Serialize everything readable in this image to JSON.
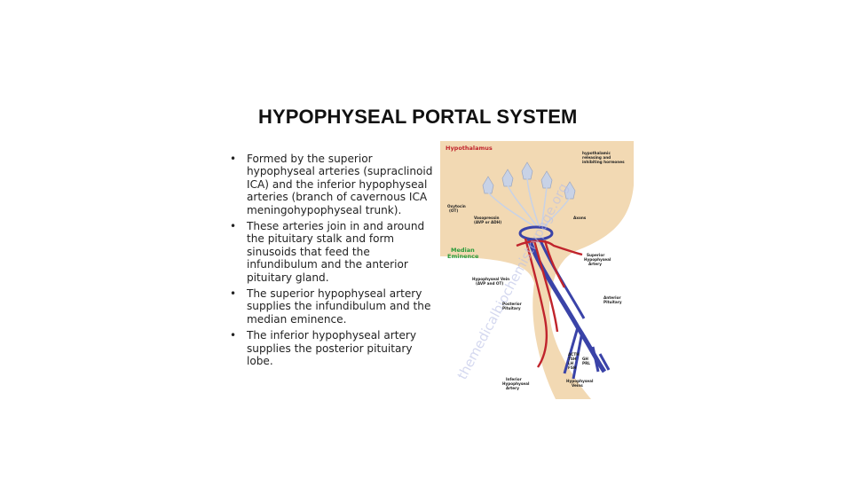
{
  "slide": {
    "title": "HYPOPHYSEAL PORTAL SYSTEM",
    "bullets": [
      "Formed by the superior hypophyseal arteries (supraclinoid ICA) and the inferior hypophyseal arteries (branch of cavernous ICA meningohypophyseal trunk).",
      "These arteries join in and around the pituitary stalk and form sinusoids that feed the infundibulum and the anterior pituitary gland.",
      "The superior hypophyseal artery supplies the infundibulum and the median eminence.",
      "The inferior hypophyseal artery supplies the posterior pituitary lobe."
    ]
  },
  "diagram": {
    "labels": {
      "hypothalamus": "Hypothalamus",
      "releasing": [
        "hypothalamic",
        "releasing and",
        "inhibiting hormones"
      ],
      "oxytocin": [
        "Oxytocin",
        "(OT)"
      ],
      "vasopressin": [
        "Vasopressin",
        "(AVP or ADH)"
      ],
      "axons": "Axons",
      "median_eminence": [
        "Median",
        "Eminence"
      ],
      "superior_artery": [
        "Superior",
        "Hypophyseal",
        "Artery"
      ],
      "portal_vein": [
        "Hypophyseal Vein",
        "(AVP and OT)"
      ],
      "posterior": [
        "Posterior",
        "Pituitary"
      ],
      "anterior": [
        "Anterior",
        "Pituitary"
      ],
      "hormones_left": [
        "ACTH",
        "TSH",
        "LH",
        "FSH"
      ],
      "hormones_right": [
        "GH",
        "PRL"
      ],
      "inferior_artery": [
        "Inferior",
        "Hypophyseal",
        "Artery"
      ],
      "hypophyseal_veins": [
        "Hypophyseal",
        "Veins"
      ]
    },
    "watermark": "themedicalbiochemistrypage.org",
    "colors": {
      "background": "#f2d9b3",
      "artery": "#c0242c",
      "vein": "#3a43a8",
      "neuron": "#c8d2e6",
      "hypothalamus_label": "#c0242c",
      "median_eminence_label": "#2a9a3a"
    }
  }
}
